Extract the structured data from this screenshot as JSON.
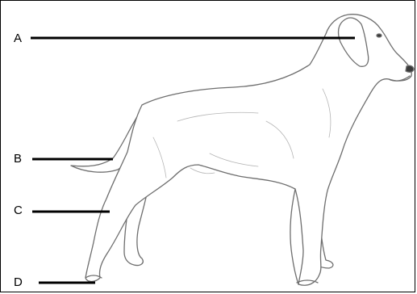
{
  "labels": {
    "a": "A",
    "b": "B",
    "c": "C",
    "d": "D"
  },
  "colors": {
    "line": "#000000",
    "outline": "#6e6e6e",
    "shade": "#d9d9d9",
    "background": "#ffffff"
  }
}
